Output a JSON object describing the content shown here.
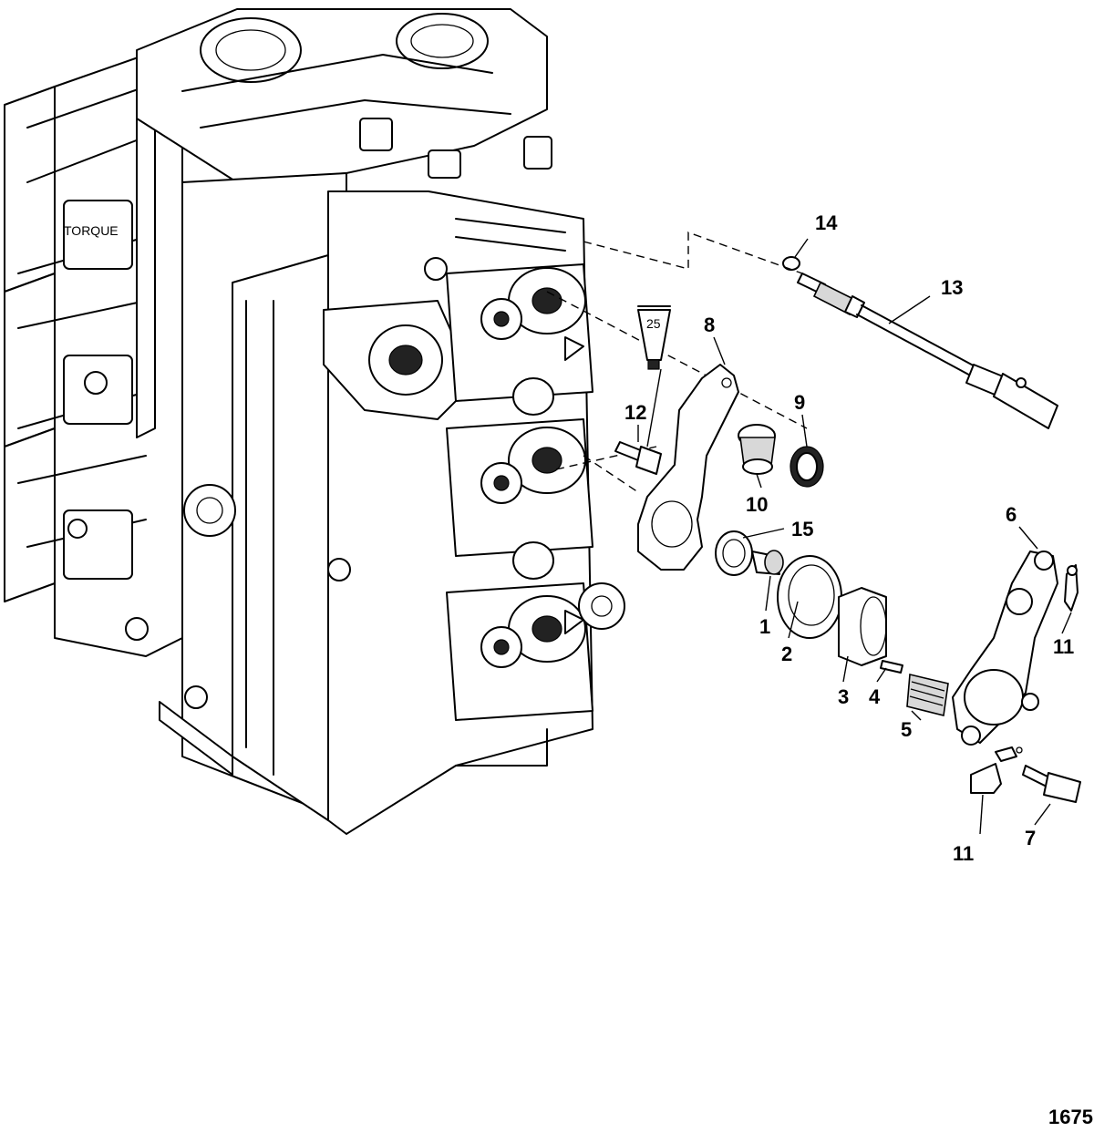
{
  "figure_number": "1675",
  "tube_label": "25",
  "callouts": [
    {
      "id": "c1",
      "text": "1"
    },
    {
      "id": "c2",
      "text": "2"
    },
    {
      "id": "c3",
      "text": "3"
    },
    {
      "id": "c4",
      "text": "4"
    },
    {
      "id": "c5",
      "text": "5"
    },
    {
      "id": "c6",
      "text": "6"
    },
    {
      "id": "c7",
      "text": "7"
    },
    {
      "id": "c8",
      "text": "8"
    },
    {
      "id": "c9",
      "text": "9"
    },
    {
      "id": "c10",
      "text": "10"
    },
    {
      "id": "c11a",
      "text": "11"
    },
    {
      "id": "c11b",
      "text": "11"
    },
    {
      "id": "c12",
      "text": "12"
    },
    {
      "id": "c13",
      "text": "13"
    },
    {
      "id": "c14",
      "text": "14"
    },
    {
      "id": "c15",
      "text": "15"
    }
  ]
}
